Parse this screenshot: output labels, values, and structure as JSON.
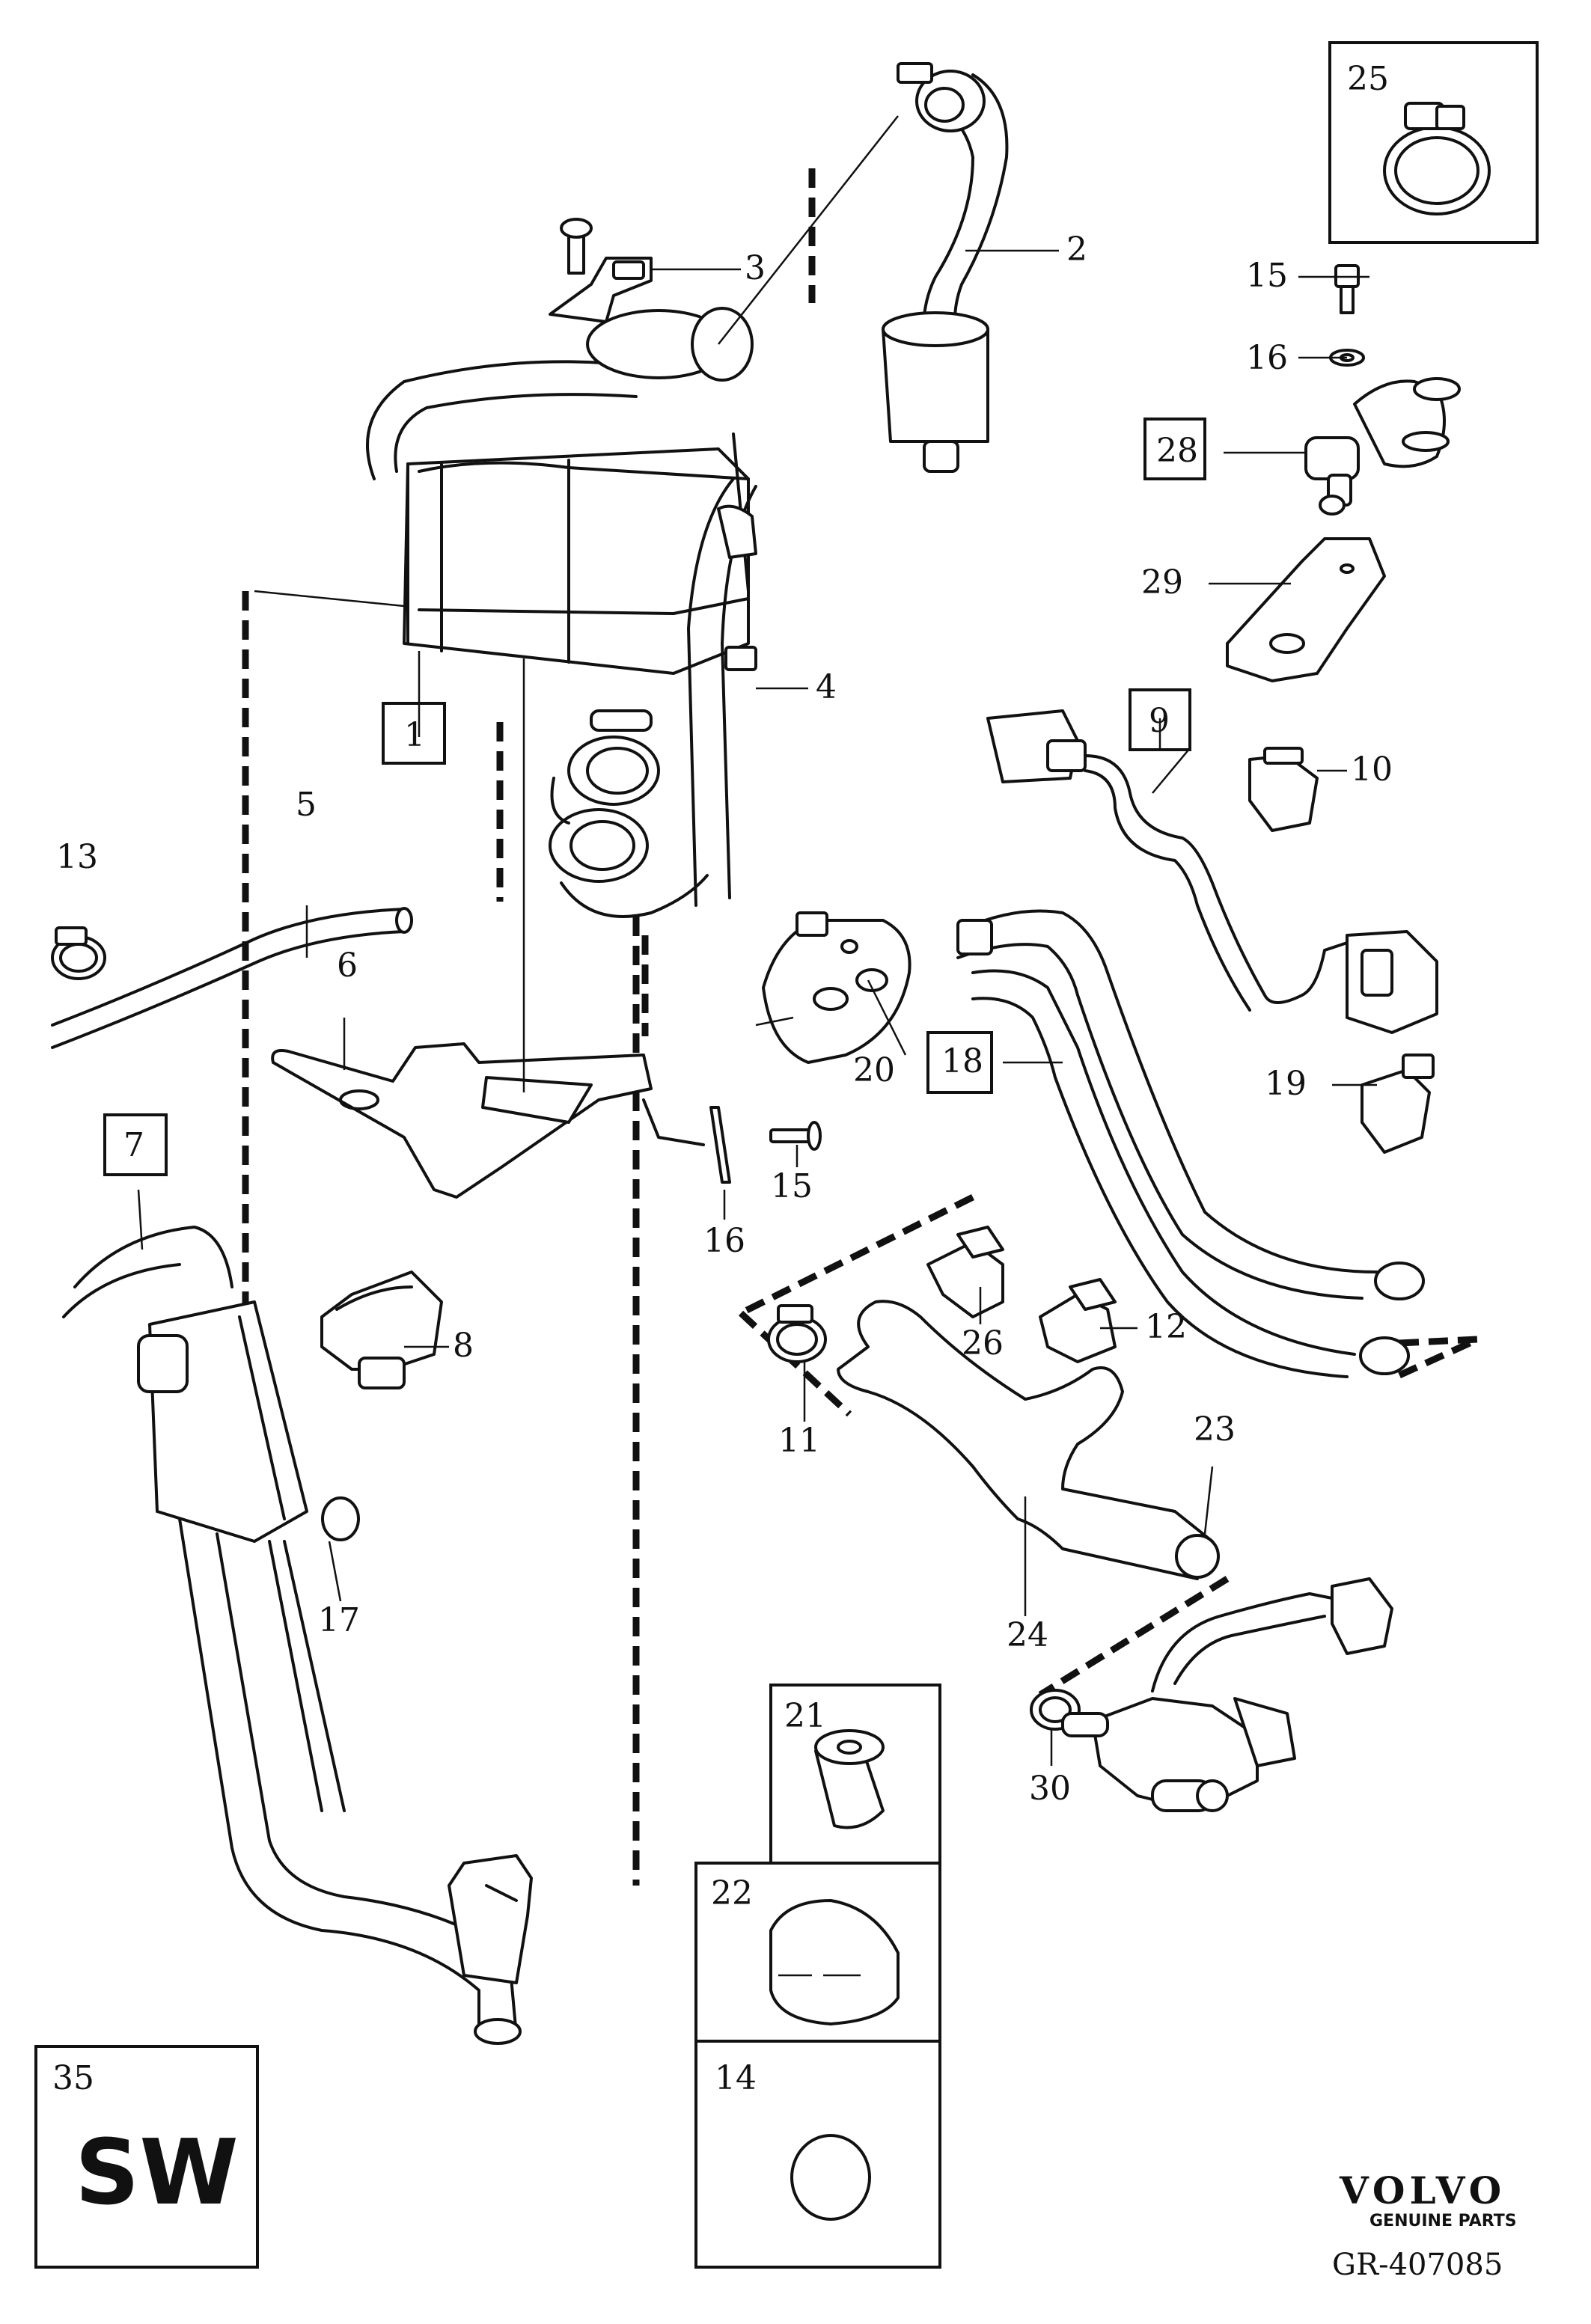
{
  "labels": {
    "l1": "1",
    "l2": "2",
    "l3": "3",
    "l4": "4",
    "l5": "5",
    "l6": "6",
    "l7": "7",
    "l8": "8",
    "l9": "9",
    "l10": "10",
    "l11": "11",
    "l12": "12",
    "l13": "13",
    "l14": "14",
    "l15a": "15",
    "l15b": "15",
    "l16a": "16",
    "l16b": "16",
    "l17": "17",
    "l18": "18",
    "l19": "19",
    "l20": "20",
    "l21": "21",
    "l22": "22",
    "l23": "23",
    "l24": "24",
    "l25": "25",
    "l26": "26",
    "l28": "28",
    "l29": "29",
    "l30": "30",
    "l35": "35"
  },
  "marking": "SW",
  "brand": {
    "name": "VOLVO",
    "tagline": "GENUINE PARTS",
    "reference": "GR-407085"
  }
}
